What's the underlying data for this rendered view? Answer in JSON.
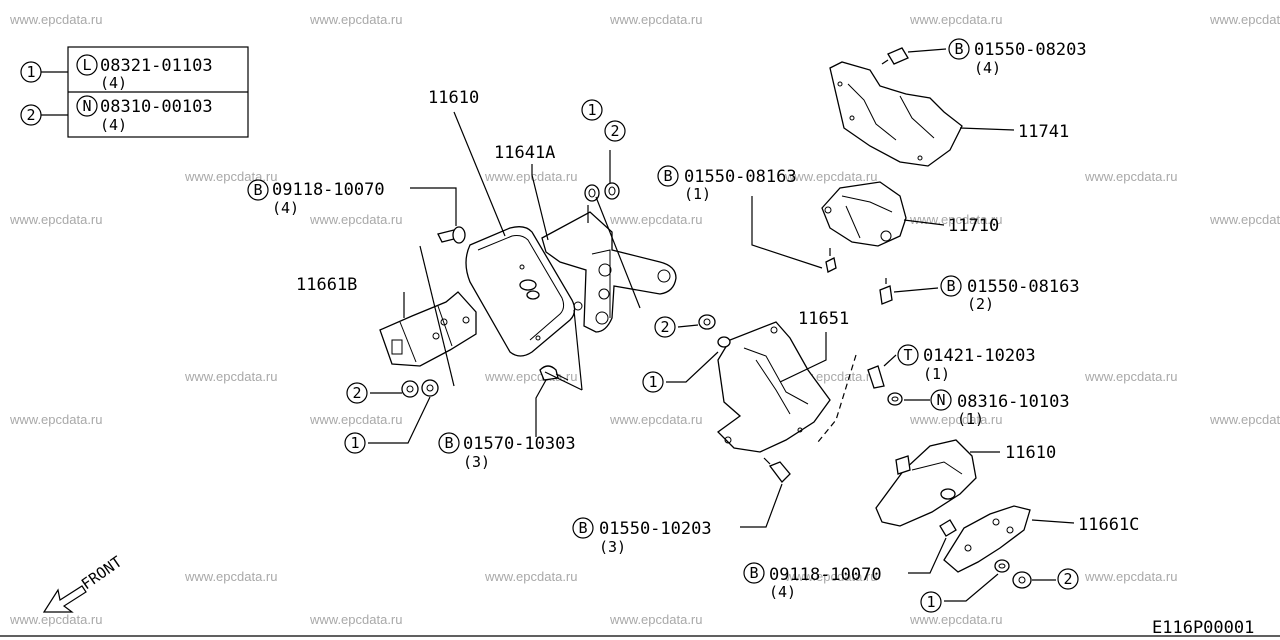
{
  "watermark": "www.epcdata.ru",
  "legend": [
    {
      "index": "1",
      "letter": "L",
      "part": "08321-01103",
      "qty": "(4)"
    },
    {
      "index": "2",
      "letter": "N",
      "part": "08310-00103",
      "qty": "(4)"
    }
  ],
  "callouts": {
    "c_11610_top": "11610",
    "c_11641a": "11641A",
    "c_11661b": "11661B",
    "c_11741": "11741",
    "c_11710": "11710",
    "c_11651": "11651",
    "c_11610_bottom": "11610",
    "c_11661c": "11661C",
    "b_09118_top": {
      "letter": "B",
      "part": "09118-10070",
      "qty": "(4)"
    },
    "b_01570": {
      "letter": "B",
      "part": "01570-10303",
      "qty": "(3)"
    },
    "b_01550_08203": {
      "letter": "B",
      "part": "01550-08203",
      "qty": "(4)"
    },
    "b_01550_08163_a": {
      "letter": "B",
      "part": "01550-08163",
      "qty": "(1)"
    },
    "b_01550_08163_b": {
      "letter": "B",
      "part": "01550-08163",
      "qty": "(2)"
    },
    "t_01421": {
      "letter": "T",
      "part": "01421-10203",
      "qty": "(1)"
    },
    "n_08316": {
      "letter": "N",
      "part": "08316-10103",
      "qty": "(1)"
    },
    "b_01550_10203": {
      "letter": "B",
      "part": "01550-10203",
      "qty": "(3)"
    },
    "b_09118_bottom": {
      "letter": "B",
      "part": "09118-10070",
      "qty": "(4)"
    }
  },
  "refs": {
    "one": "1",
    "two": "2"
  },
  "front_label": "FRONT",
  "figure_code": "E116P00001"
}
